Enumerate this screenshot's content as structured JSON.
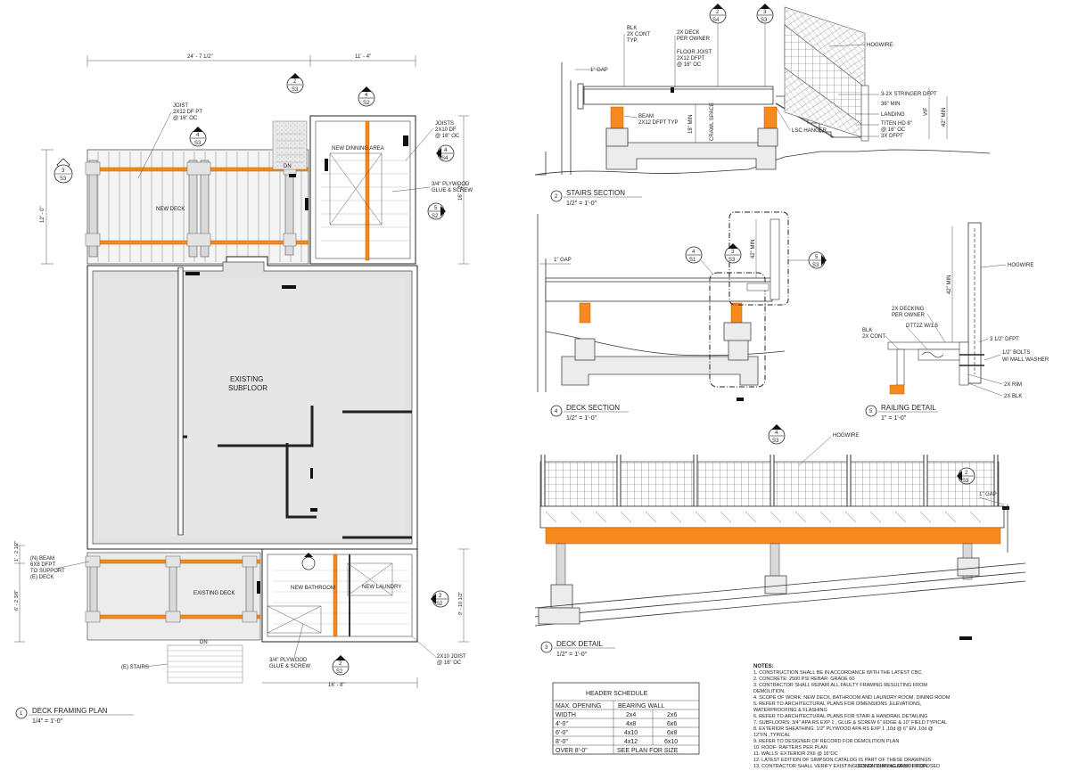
{
  "callouts": {
    "s2": "S2",
    "s3": "S3",
    "s4": "S4",
    "s1": "S1",
    "n1": "1",
    "n2": "2",
    "n3": "3",
    "n4": "4",
    "n5": "5"
  },
  "plan": {
    "dim_top_left": "24' - 7 1/2\"",
    "dim_top_right": "11' - 4\"",
    "dim_left_deck": "12' - 0\"",
    "dim_right_din": "16' - 2\"",
    "dim_left_a": "1' - 2 1/2\"",
    "dim_left_b": "6' - 2 3/8\"",
    "dim_right_bath": "9' - 10 1/2\"",
    "dim_bottom_bath": "16' - 8\"",
    "joist_pt": [
      "JOIST",
      "2X12 DF PT",
      "@ 16\" OC"
    ],
    "joists_df": [
      "JOISTS",
      "2X10 DF",
      "@ 16\" OC"
    ],
    "ply_top": [
      "3/4\" PLYWOOD",
      "GLUE & SCREW"
    ],
    "ply_bot": [
      "3/4\" PLYWOOD",
      "GLUE & SCREW"
    ],
    "new_deck": "NEW DECK",
    "new_dining": "NEW DINNING AREA",
    "dn": "DN",
    "existing_subfloor": [
      "EXISTING",
      "SUBFLOOR"
    ],
    "existing_deck": "EXISTING DECK",
    "new_bathroom": "NEW BATHROOM",
    "new_laundry": "NEW LAUNDRY",
    "beam_note": [
      "(N) BEAM",
      "6X8 DFPT",
      "TO SUPPORT",
      "(E) DECK"
    ],
    "e_stairs": "(E) STAIRS",
    "joist_bath": [
      "2X10 JOIST",
      "@ 16\" OC"
    ],
    "title": "DECK FRAMING PLAN",
    "scale": "1/4\" = 1'-0\""
  },
  "stairs": {
    "gap": "1\" GAP",
    "blk": [
      "BLK",
      "2X CONT",
      "TYP."
    ],
    "deck_owner": [
      "2X DECK",
      "PER OWNER"
    ],
    "floor_joist": [
      "FLOOR JOIST",
      "2X12 DFPT",
      "@ 16\" OC"
    ],
    "hogwire": "HOGWIRE",
    "stringer": "3-2X STRINGER DFPT",
    "min36": "36\" MIN",
    "landing": "LANDING",
    "titen": [
      "TITEN HD 8\"",
      "@ 16\" OC"
    ],
    "dfpt3x": "3X DFPT",
    "beam": [
      "BEAM",
      "2X12 DFPT TYP"
    ],
    "min18": "18\" MIN",
    "crawl": "CRAWL SPACE",
    "lsc": "LSC HANGER",
    "vif": "VIF",
    "min42": "42\" MIN",
    "title": "STAIRS SECTION",
    "scale": "1/2\" = 1'-0\""
  },
  "decksec": {
    "gap": "1\" GAP",
    "min42": "42\" MIN",
    "title": "DECK SECTION",
    "scale": "1/2\" = 1'-0\""
  },
  "railing": {
    "hogwire": "HOGWIRE",
    "min42": "42\" MIN",
    "decking": [
      "2X DECKING",
      "PER OWNER"
    ],
    "dtt": "DTT2Z W/1.5",
    "blk": [
      "BLK",
      "2X CONT"
    ],
    "dfpt": "3 1/2\" DFPT",
    "bolts": [
      "1/2\" BOLTS",
      "W/ MALL WASHER"
    ],
    "rim": "2X RIM",
    "blk2": "2X BLK",
    "title": "RAILING DETAIL",
    "scale": "1\" = 1'-0\""
  },
  "deckdetail": {
    "hogwire": "HOGWIRE",
    "gap": "1\" GAP",
    "title": "DECK DETAIL",
    "scale": "1/2\" = 1'-0\""
  },
  "schedule": {
    "title": "HEADER SCHEDULE",
    "h1": "MAX. OPENING",
    "h2": "BEARING WALL",
    "rows": [
      [
        "WIDTH",
        "2x4",
        "2x6"
      ],
      [
        "4'-0\"",
        "4x8",
        "6x6"
      ],
      [
        "6'-0\"",
        "4x10",
        "6x8"
      ],
      [
        "8'-0\"",
        "4x12",
        "6x10"
      ]
    ],
    "last": [
      "OVER 8'-0\"",
      "SEE PLAN FOR SIZE"
    ]
  },
  "notes": {
    "title": "NOTES:",
    "lines": [
      "1. CONSTRUCTION SHALL BE IN ACCORDANCE WITH THE LATEST CBC.",
      "2. CONCRETE: 2500 PSI REBAR: GRADE 60",
      "3. CONTRACTOR SHALL REPAIR ALL FAULTY FRAMING RESULTING FROM",
      "DEMOLITION.",
      "4. SCOPE OF WORK: NEW DECK, BATHROOM AND LAUNDRY ROOM, DINING ROOM",
      "5. REFER TO ARCHITECTURAL PLANS FOR DIMENSIONS ,ELEVATIONS,",
      "WATERPROOFING & FLASHING",
      "6. REFER TO ARCHITECTURAL PLANS FOR STAIR & HANDRAIL DETAILING",
      "7. SUBFLOORS: 3/4\" APA RS EXP 1 , GLUE & SCREW 6\" EDGE & 10\" FIELD TYPICAL",
      "8. EXTERIOR SHEATHING: 1/2\" PLYWOOD APA RS EXP 1 ,10d @ 6\" EN ,10d @",
      "12\"FN ,TYPICAL",
      "9. REFER TO DESIGNER OF RECORD FOR DEMOLITION PLAN",
      "10. ROOF- RAFTERS PER PLAN",
      "11. WALLS: EXTERIOR 2X6 @ 16\"OC",
      "12. LATEST EDITION OF SIMPSON CATALOG IS PART OF THESE DRAWINGS",
      "13. CONTRACTOR SHALL VERIFY EXISTING CONDITIONS AGAINST PROPOSED",
      "DESIGN DURING DEMOLITION"
    ]
  }
}
